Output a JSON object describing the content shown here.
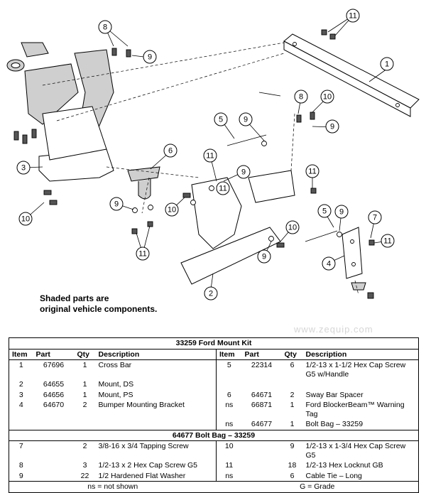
{
  "diagram": {
    "callouts": [
      "1",
      "2",
      "3",
      "4",
      "5",
      "5",
      "6",
      "7",
      "8",
      "8",
      "9",
      "9",
      "9",
      "9",
      "9",
      "9",
      "9",
      "10",
      "10",
      "10",
      "10",
      "11",
      "11",
      "11",
      "11",
      "11",
      "11"
    ],
    "note_line1": "Shaded parts are",
    "note_line2": "original vehicle components."
  },
  "watermark": "www.zequip.com",
  "kit": {
    "title": "33259  Ford Mount Kit",
    "headers": [
      "Item",
      "Part",
      "Qty",
      "Description",
      "Item",
      "Part",
      "Qty",
      "Description"
    ],
    "rows": [
      [
        "1",
        "67696",
        "1",
        "Cross Bar",
        "5",
        "22314",
        "6",
        "1/2-13 x 1-1/2 Hex Cap Screw G5 w/Handle"
      ],
      [
        "2",
        "64655",
        "1",
        "Mount, DS",
        "",
        "",
        "",
        ""
      ],
      [
        "3",
        "64656",
        "1",
        "Mount, PS",
        "6",
        "64671",
        "2",
        "Sway Bar Spacer"
      ],
      [
        "4",
        "64670",
        "2",
        "Bumper Mounting Bracket",
        "ns",
        "66871",
        "1",
        "Ford BlockerBeam™ Warning Tag"
      ],
      [
        "",
        "",
        "",
        "",
        "ns",
        "64677",
        "1",
        "Bolt Bag – 33259"
      ]
    ]
  },
  "bolt_bag": {
    "title": "64677  Bolt Bag – 33259",
    "rows": [
      [
        "7",
        "",
        "2",
        "3/8-16 x 3/4 Tapping Screw",
        "10",
        "",
        "9",
        "1/2-13 x 1-3/4 Hex Cap Screw G5"
      ],
      [
        "8",
        "",
        "3",
        "1/2-13 x 2 Hex Cap Screw G5",
        "11",
        "",
        "18",
        "1/2-13 Hex Locknut GB"
      ],
      [
        "9",
        "",
        "22",
        "1/2 Hardened Flat Washer",
        "ns",
        "",
        "6",
        "Cable Tie – Long"
      ]
    ]
  },
  "footer": {
    "left": "ns = not shown",
    "right": "G = Grade"
  }
}
